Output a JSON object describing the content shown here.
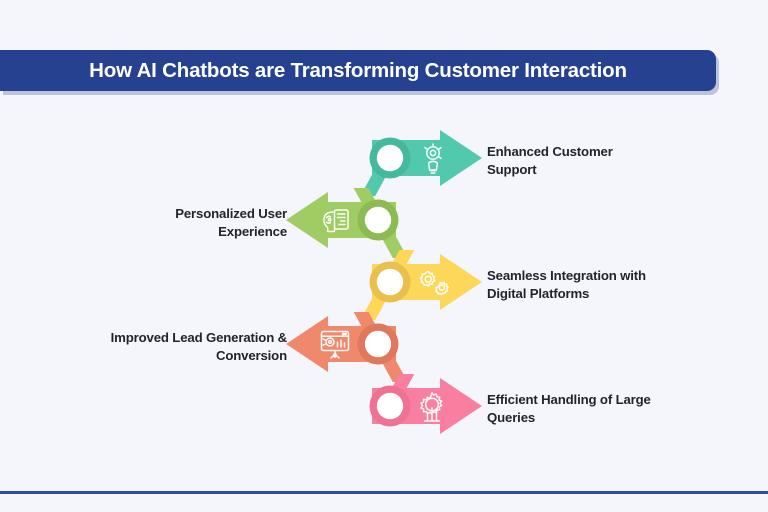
{
  "page": {
    "background_color": "#f4f6fb",
    "bottom_rule_color": "#2f4da0"
  },
  "header": {
    "title": "How AI Chatbots are Transforming Customer Interaction",
    "background_color": "#26418f",
    "text_color": "#ffffff"
  },
  "steps": [
    {
      "id": "enhanced-customer-support",
      "label": "Enhanced Customer Support",
      "line1": "Enhanced Customer",
      "line2": "Support",
      "direction": "right",
      "color": "#52c9ac",
      "ring_color": "#45b99d",
      "icon": "lightbulb-idea-icon",
      "text_side": "right"
    },
    {
      "id": "personalized-user-experience",
      "label": "Personalized User Experience",
      "line1": "Personalized User",
      "line2": "Experience",
      "direction": "left",
      "color": "#9fcc63",
      "ring_color": "#8cbb52",
      "icon": "ai-brain-chip-icon",
      "text_side": "left"
    },
    {
      "id": "seamless-integration-with-digital-platforms",
      "label": "Seamless Integration with Digital Platforms",
      "line1": "Seamless Integration with",
      "line2": "Digital Platforms",
      "direction": "right",
      "color": "#fcd75a",
      "ring_color": "#e8c04a",
      "icon": "gears-icon",
      "text_side": "right"
    },
    {
      "id": "improved-lead-generation-conversion",
      "label": "Improved Lead Generation & Conversion",
      "line1": "Improved Lead Generation &",
      "line2": "Conversion",
      "direction": "left",
      "color": "#f0886c",
      "ring_color": "#e0785d",
      "icon": "presentation-chart-icon",
      "text_side": "left"
    },
    {
      "id": "efficient-handling-of-large-queries",
      "label": "Efficient Handling of Large Queries",
      "line1": "Efficient Handling of Large",
      "line2": "Queries",
      "direction": "right",
      "color": "#f97fa0",
      "ring_color": "#ef7292",
      "icon": "bar-chart-gear-icon",
      "text_side": "right"
    }
  ]
}
